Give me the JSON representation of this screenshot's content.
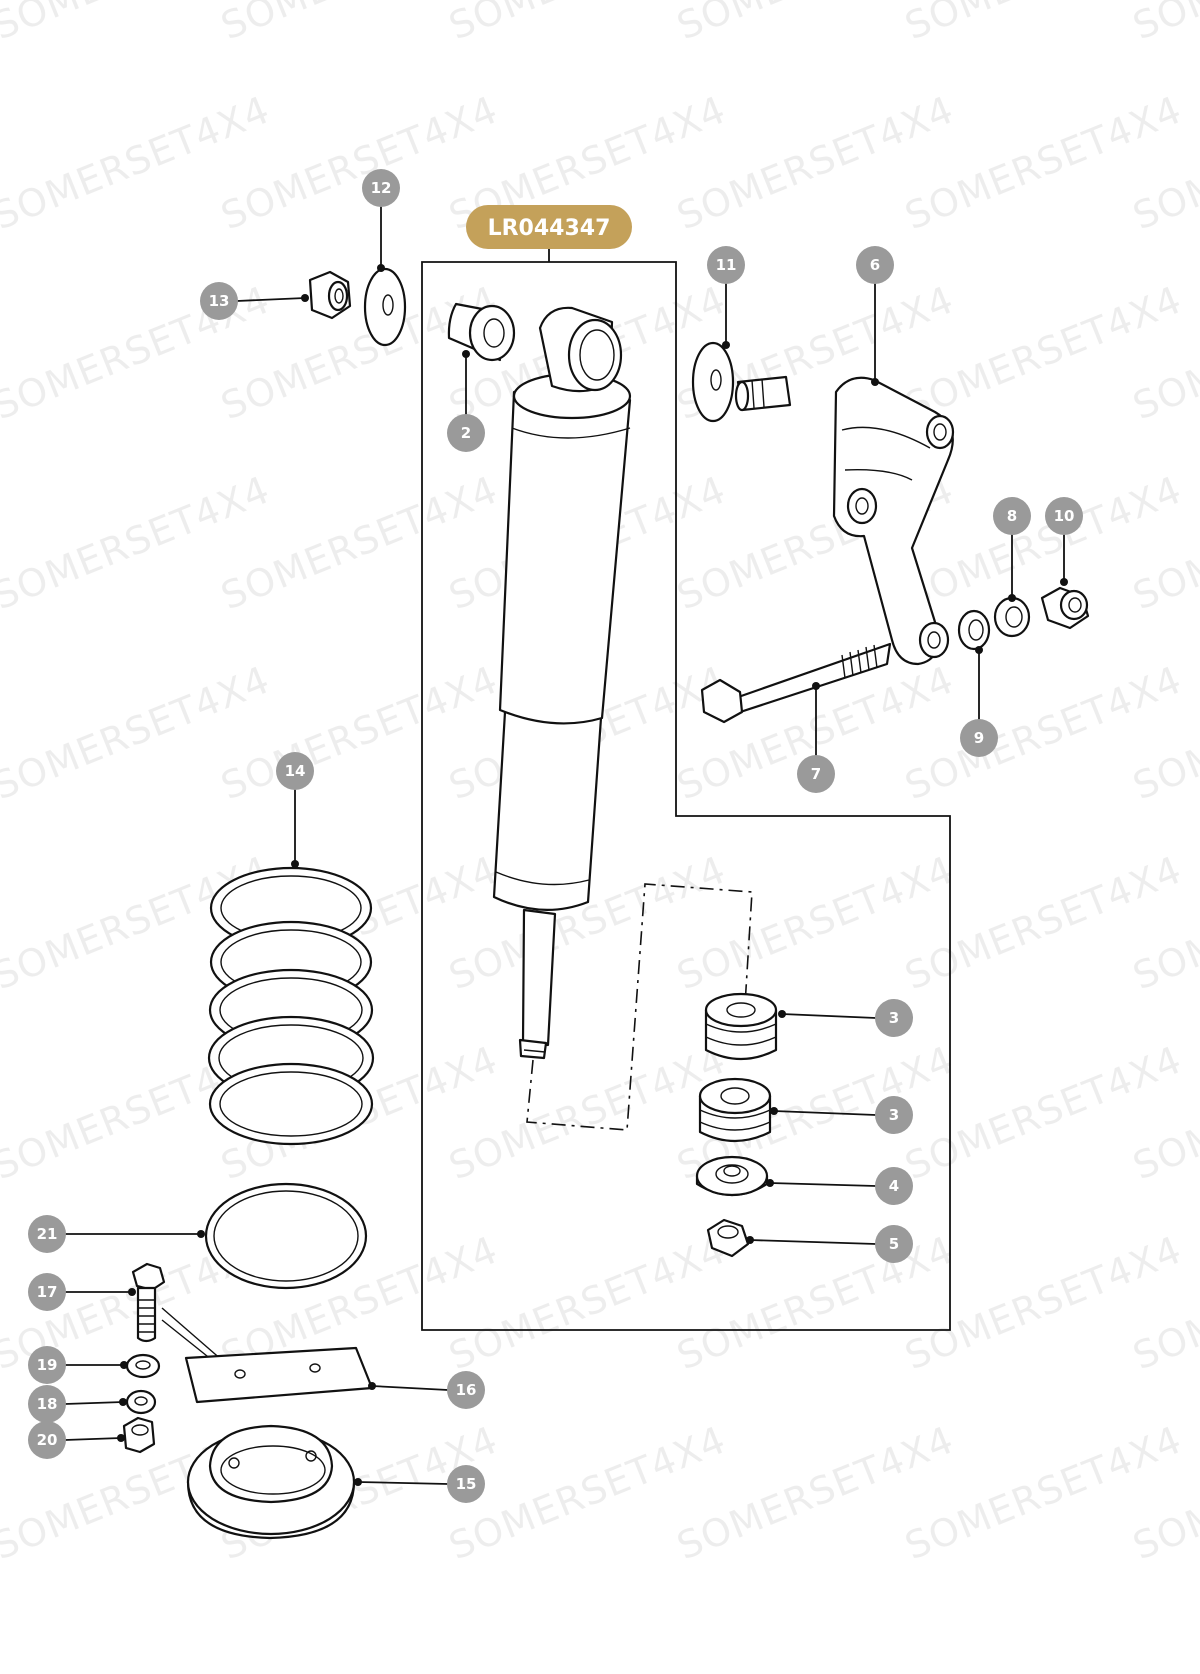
{
  "part_number": {
    "label": "LR044347",
    "color": "#c4a15a"
  },
  "watermark": "SOMERSET4X4",
  "callout_color": "#9a9a9a",
  "callouts": [
    {
      "id": "12",
      "label": "12"
    },
    {
      "id": "13",
      "label": "13"
    },
    {
      "id": "2",
      "label": "2"
    },
    {
      "id": "11",
      "label": "11"
    },
    {
      "id": "6",
      "label": "6"
    },
    {
      "id": "8",
      "label": "8"
    },
    {
      "id": "10",
      "label": "10"
    },
    {
      "id": "9",
      "label": "9"
    },
    {
      "id": "7",
      "label": "7"
    },
    {
      "id": "14",
      "label": "14"
    },
    {
      "id": "3a",
      "label": "3"
    },
    {
      "id": "3b",
      "label": "3"
    },
    {
      "id": "4",
      "label": "4"
    },
    {
      "id": "5",
      "label": "5"
    },
    {
      "id": "21",
      "label": "21"
    },
    {
      "id": "17",
      "label": "17"
    },
    {
      "id": "19",
      "label": "19"
    },
    {
      "id": "16",
      "label": "16"
    },
    {
      "id": "18",
      "label": "18"
    },
    {
      "id": "20",
      "label": "20"
    },
    {
      "id": "15",
      "label": "15"
    }
  ]
}
